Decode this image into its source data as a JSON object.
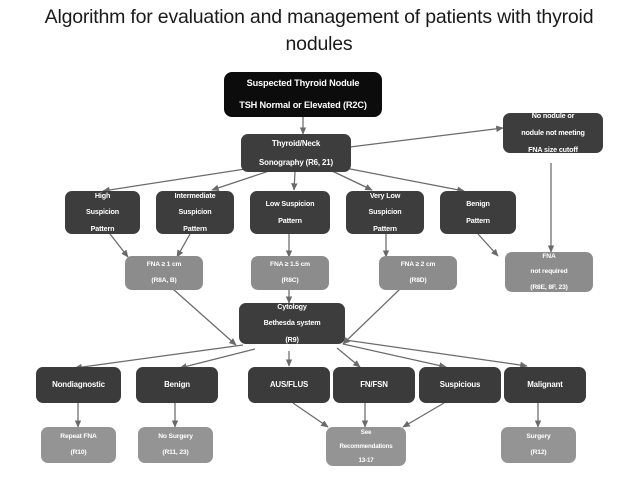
{
  "title": "Algorithm for evaluation and management of patients with thyroid nodules",
  "colors": {
    "root_box": "#0c0c0c",
    "dark_box": "#3d3d3d",
    "gray_box": "#8c8c8c",
    "connector": "#6a6a6a",
    "text": "#ffffff",
    "background": "#ffffff"
  },
  "nodes": {
    "root": "Suspected Thyroid Nodule\nTSH Normal or Elevated (R2C)",
    "root_line1": "Suspected Thyroid Nodule",
    "root_line2": "TSH Normal or Elevated (R2C)",
    "sonography_line1": "Thyroid/Neck",
    "sonography_line2": "Sonography (R6, 21)",
    "no_nodule_line1": "No nodule or",
    "no_nodule_line2": "nodule not meeting",
    "no_nodule_line3": "FNA size cutoff",
    "high_susp_line1": "High",
    "high_susp_line2": "Suspicion",
    "high_susp_line3": "Pattern",
    "inter_susp_line1": "Intermediate",
    "inter_susp_line2": "Suspicion",
    "inter_susp_line3": "Pattern",
    "low_susp_line1": "Low Suspicion",
    "low_susp_line2": "Pattern",
    "verylow_susp_line1": "Very Low",
    "verylow_susp_line2": "Suspicion",
    "verylow_susp_line3": "Pattern",
    "benign_pattern_line1": "Benign",
    "benign_pattern_line2": "Pattern",
    "fna1_line1": "FNA ≥ 1 cm",
    "fna1_line2": "(R8A, B)",
    "fna15_line1": "FNA ≥ 1.5 cm",
    "fna15_line2": "(R8C)",
    "fna2_line1": "FNA ≥ 2 cm",
    "fna2_line2": "(R8D)",
    "fna_not_req_line1": "FNA",
    "fna_not_req_line2": "not required",
    "fna_not_req_line3": "(R8E, 8F, 23)",
    "cytology_line1": "Cytology",
    "cytology_line2": "Bethesda system",
    "cytology_line3": "(R9)",
    "nondiagnostic": "Nondiagnostic",
    "benign": "Benign",
    "aus_flus": "AUS/FLUS",
    "fn_fsn": "FN/FSN",
    "suspicious": "Suspicious",
    "malignant": "Malignant",
    "repeat_fna_line1": "Repeat FNA",
    "repeat_fna_line2": "(R10)",
    "no_surgery_line1": "No Surgery",
    "no_surgery_line2": "(R11, 23)",
    "see_recs_line1": "See",
    "see_recs_line2": "Recommendations",
    "see_recs_line3": "13-17",
    "surgery_line1": "Surgery",
    "surgery_line2": "(R12)"
  },
  "chart_data": {
    "type": "diagram",
    "title": "Algorithm for evaluation and management of patients with thyroid nodules",
    "diagram_kind": "clinical-decision-flowchart",
    "levels": [
      {
        "level": 1,
        "nodes": [
          {
            "id": "root",
            "label": "Suspected Thyroid Nodule TSH Normal or Elevated (R2C)",
            "shade": "black"
          }
        ]
      },
      {
        "level": 2,
        "nodes": [
          {
            "id": "sonography",
            "label": "Thyroid/Neck Sonography (R6, 21)",
            "shade": "dark"
          },
          {
            "id": "no_nodule",
            "label": "No nodule or nodule not meeting FNA size cutoff",
            "shade": "dark"
          }
        ]
      },
      {
        "level": 3,
        "nodes": [
          {
            "id": "high_susp",
            "label": "High Suspicion Pattern",
            "shade": "dark"
          },
          {
            "id": "inter_susp",
            "label": "Intermediate Suspicion Pattern",
            "shade": "dark"
          },
          {
            "id": "low_susp",
            "label": "Low Suspicion Pattern",
            "shade": "dark"
          },
          {
            "id": "verylow_susp",
            "label": "Very Low Suspicion Pattern",
            "shade": "dark"
          },
          {
            "id": "benign_pattern",
            "label": "Benign Pattern",
            "shade": "dark"
          }
        ]
      },
      {
        "level": 4,
        "nodes": [
          {
            "id": "fna1",
            "label": "FNA ≥ 1 cm (R8A, B)",
            "shade": "gray"
          },
          {
            "id": "fna15",
            "label": "FNA ≥ 1.5 cm (R8C)",
            "shade": "gray"
          },
          {
            "id": "fna2",
            "label": "FNA ≥ 2 cm (R8D)",
            "shade": "gray"
          },
          {
            "id": "fna_not_req",
            "label": "FNA not required (R8E, 8F, 23)",
            "shade": "gray"
          }
        ]
      },
      {
        "level": 5,
        "nodes": [
          {
            "id": "cytology",
            "label": "Cytology Bethesda system (R9)",
            "shade": "dark"
          }
        ]
      },
      {
        "level": 6,
        "nodes": [
          {
            "id": "nondiagnostic",
            "label": "Nondiagnostic",
            "shade": "dark"
          },
          {
            "id": "benign",
            "label": "Benign",
            "shade": "dark"
          },
          {
            "id": "aus_flus",
            "label": "AUS/FLUS",
            "shade": "dark"
          },
          {
            "id": "fn_fsn",
            "label": "FN/FSN",
            "shade": "dark"
          },
          {
            "id": "suspicious",
            "label": "Suspicious",
            "shade": "dark"
          },
          {
            "id": "malignant",
            "label": "Malignant",
            "shade": "dark"
          }
        ]
      },
      {
        "level": 7,
        "nodes": [
          {
            "id": "repeat_fna",
            "label": "Repeat FNA (R10)",
            "shade": "gray"
          },
          {
            "id": "no_surgery",
            "label": "No Surgery (R11, 23)",
            "shade": "gray"
          },
          {
            "id": "see_recs",
            "label": "See Recommendations 13-17",
            "shade": "gray"
          },
          {
            "id": "surgery",
            "label": "Surgery (R12)",
            "shade": "gray"
          }
        ]
      }
    ],
    "edges": [
      {
        "from": "root",
        "to": "sonography"
      },
      {
        "from": "sonography",
        "to": "no_nodule"
      },
      {
        "from": "sonography",
        "to": "high_susp"
      },
      {
        "from": "sonography",
        "to": "inter_susp"
      },
      {
        "from": "sonography",
        "to": "low_susp"
      },
      {
        "from": "sonography",
        "to": "verylow_susp"
      },
      {
        "from": "sonography",
        "to": "benign_pattern"
      },
      {
        "from": "high_susp",
        "to": "fna1"
      },
      {
        "from": "inter_susp",
        "to": "fna1"
      },
      {
        "from": "low_susp",
        "to": "fna15"
      },
      {
        "from": "verylow_susp",
        "to": "fna2"
      },
      {
        "from": "benign_pattern",
        "to": "fna_not_req"
      },
      {
        "from": "no_nodule",
        "to": "fna_not_req"
      },
      {
        "from": "fna1",
        "to": "cytology"
      },
      {
        "from": "fna15",
        "to": "cytology"
      },
      {
        "from": "fna2",
        "to": "cytology"
      },
      {
        "from": "cytology",
        "to": "nondiagnostic"
      },
      {
        "from": "cytology",
        "to": "benign"
      },
      {
        "from": "cytology",
        "to": "aus_flus"
      },
      {
        "from": "cytology",
        "to": "fn_fsn"
      },
      {
        "from": "cytology",
        "to": "suspicious"
      },
      {
        "from": "cytology",
        "to": "malignant"
      },
      {
        "from": "nondiagnostic",
        "to": "repeat_fna"
      },
      {
        "from": "benign",
        "to": "no_surgery"
      },
      {
        "from": "aus_flus",
        "to": "see_recs"
      },
      {
        "from": "fn_fsn",
        "to": "see_recs"
      },
      {
        "from": "suspicious",
        "to": "see_recs"
      },
      {
        "from": "malignant",
        "to": "surgery"
      }
    ]
  }
}
